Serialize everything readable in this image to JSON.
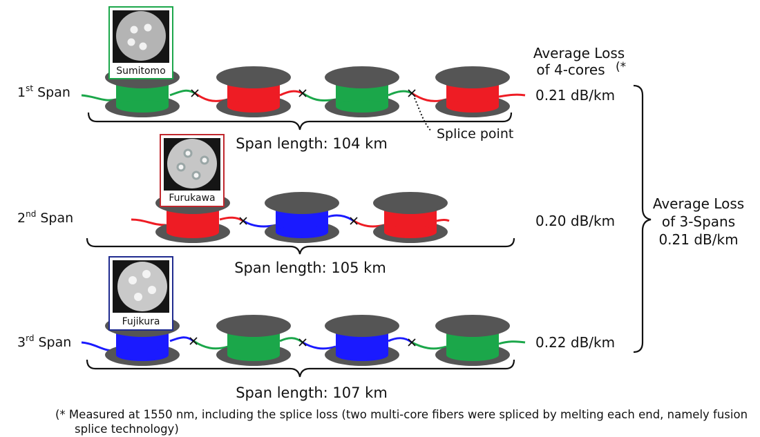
{
  "colors": {
    "sumitomo": "#1ba74a",
    "furukawa": "#ee1c24",
    "fujikura": "#1a1aff",
    "reel_flange": "#555555",
    "photo_frame_1": "#1ba74a",
    "photo_frame_2": "#c0272d",
    "photo_frame_3": "#1f2b8f"
  },
  "header": {
    "average_loss_cores_line1": "Average Loss",
    "average_loss_cores_line2": "of 4-cores",
    "asterisk": "(*"
  },
  "spans": [
    {
      "label_main": "1",
      "label_sup": "st",
      "label_rest": " Span",
      "maker": "Sumitomo",
      "length_label": "Span length: 104 km",
      "loss": "0.21 dB/km",
      "reels": [
        "sumitomo",
        "furukawa",
        "sumitomo",
        "furukawa"
      ]
    },
    {
      "label_main": "2",
      "label_sup": "nd",
      "label_rest": " Span",
      "maker": "Furukawa",
      "length_label": "Span length: 105 km",
      "loss": "0.20  dB/km",
      "reels": [
        "furukawa",
        "fujikura",
        "furukawa"
      ]
    },
    {
      "label_main": "3",
      "label_sup": "rd",
      "label_rest": " Span",
      "maker": "Fujikura",
      "length_label": "Span length: 107 km",
      "loss": "0.22  dB/km",
      "reels": [
        "fujikura",
        "sumitomo",
        "fujikura",
        "sumitomo"
      ]
    }
  ],
  "splice_point_label": "Splice point",
  "summary": {
    "line1": "Average Loss",
    "line2": "of 3-Spans",
    "line3": "0.21  dB/km"
  },
  "footnote": "(* Measured at 1550 nm, including the splice loss (two multi-core fibers were spliced by melting each end, namely fusion splice technology)"
}
